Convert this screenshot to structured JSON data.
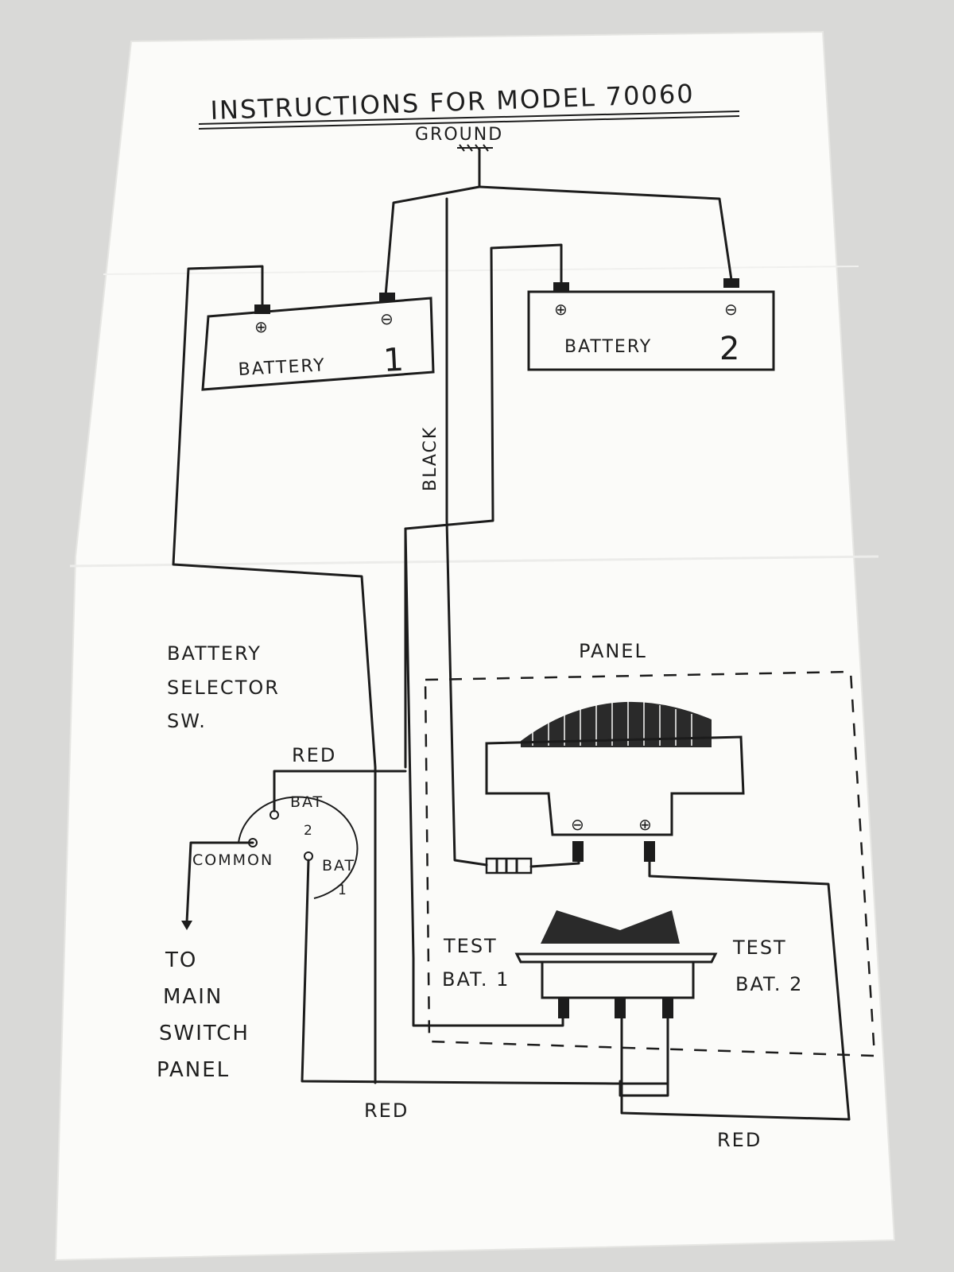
{
  "title": "INSTRUCTIONS FOR MODEL 70060",
  "labels": {
    "ground": "GROUND",
    "battery1_name": "BATTERY",
    "battery1_num": "1",
    "battery2_name": "BATTERY",
    "battery2_num": "2",
    "black": "BLACK",
    "panel": "PANEL",
    "selector_line1": "BATTERY",
    "selector_line2": "SELECTOR",
    "selector_line3": "SW.",
    "red_top": "RED",
    "bat2_a": "BAT",
    "bat2_b": "2",
    "common": "COMMON",
    "bat1_a": "BAT",
    "bat1_b": "1",
    "to_main_1": "TO",
    "to_main_2": "MAIN",
    "to_main_3": "SWITCH",
    "to_main_4": "PANEL",
    "test1_a": "TEST",
    "test1_b": "BAT. 1",
    "test2_a": "TEST",
    "test2_b": "BAT. 2",
    "red_bottom_left": "RED",
    "red_bottom_right": "RED",
    "minus_symbol": "⊖",
    "plus_symbol": "⊕"
  },
  "colors": {
    "paper": "#fbfbf9",
    "ink": "#1c1c1c",
    "background": "#d9d9d7"
  }
}
